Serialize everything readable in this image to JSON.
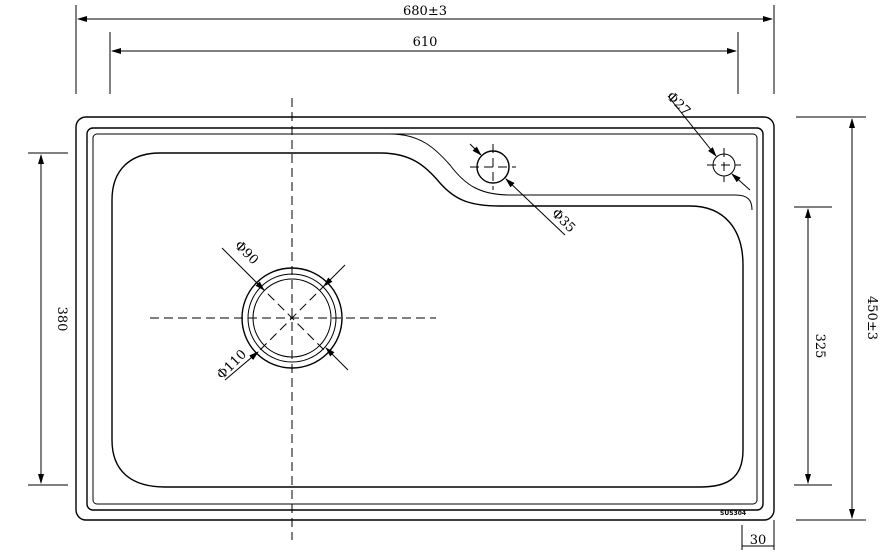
{
  "drawing": {
    "overall_width": "680±3",
    "inner_width": "610",
    "overall_depth": "450±3",
    "bowl_depth_left": "380",
    "bowl_depth_right": "325",
    "drain_inner_dia": "Φ90",
    "drain_outer_dia": "Φ110",
    "tap_hole_dia": "Φ35",
    "small_hole_dia": "Φ27",
    "material": "SUS304",
    "edge_offset": "30"
  }
}
